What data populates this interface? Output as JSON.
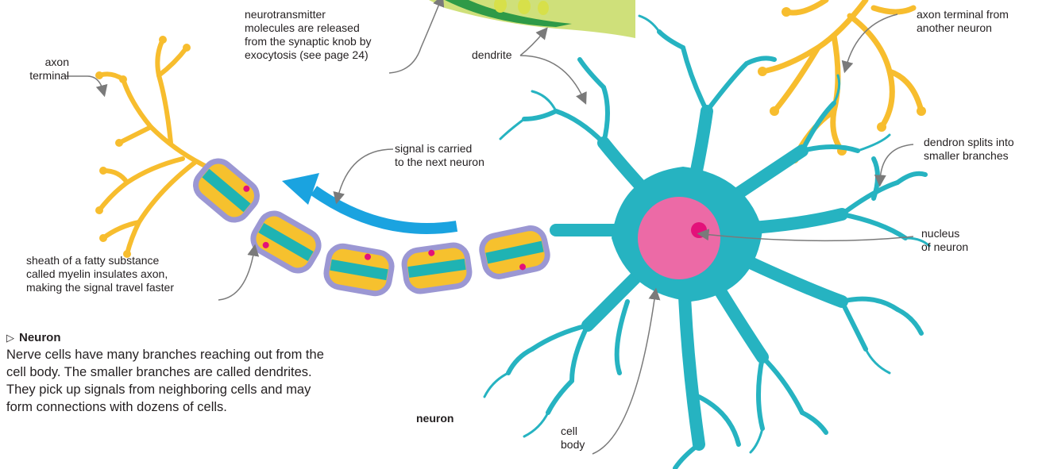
{
  "labels": {
    "neurotransmitter": "neurotransmitter\nmolecules are released\nfrom the synaptic knob by\nexocytosis (see page 24)",
    "axon_terminal": "axon\nterminal",
    "dendrite": "dendrite",
    "axon_terminal_other": "axon terminal from\nanother neuron",
    "dendron_splits": "dendron splits into\nsmaller branches",
    "signal": "signal is carried\nto the next neuron",
    "nucleus": "nucleus\nof neuron",
    "sheath": "sheath of a fatty substance\ncalled myelin insulates axon,\nmaking the signal travel faster",
    "cell_body": "cell\nbody"
  },
  "caption": {
    "title": "Neuron",
    "body": "Nerve cells have many branches reaching out from the cell body. The smaller branches are called dendrites. They pick up signals from neighboring cells and may form connections with dozens of cells."
  },
  "diagram_title": "neuron",
  "colors": {
    "dendrite": "#26b3c1",
    "axon_terminal": "#f7bd2e",
    "myelin_outer": "#9b97d3",
    "myelin_inner": "#f6c12e",
    "axon_core": "#1fb3b3",
    "nucleus": "#ec6aa6",
    "nucleolus": "#e3117a",
    "arrow": "#1aa3e0",
    "synapse_green": "#cfe07a",
    "leader": "#7a7a7a"
  },
  "icons": {
    "caption_marker": "triangle-right-icon"
  }
}
